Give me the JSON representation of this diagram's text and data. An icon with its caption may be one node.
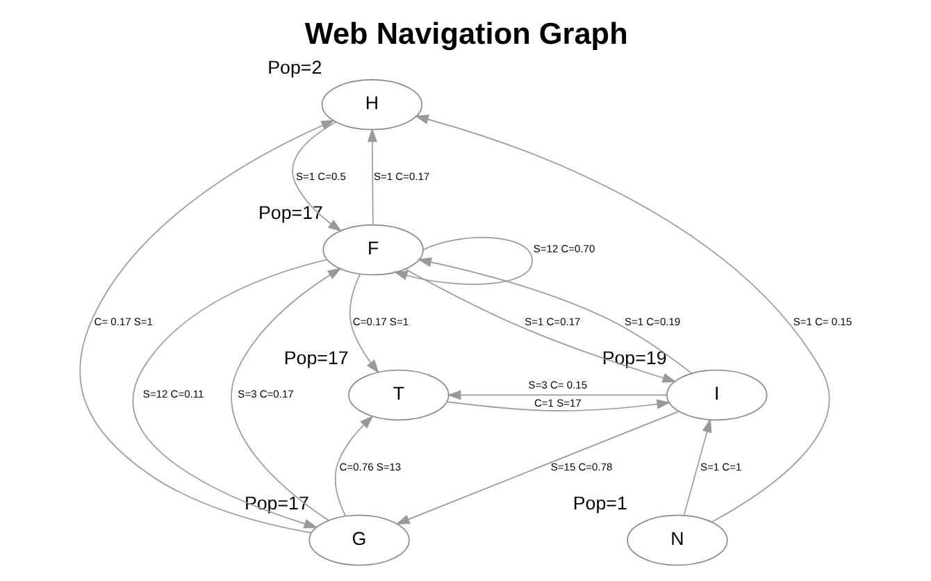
{
  "diagram": {
    "title": "Web Navigation Graph",
    "nodes": [
      {
        "text": [
          "H"
        ],
        "beside": [
          "Pop=2"
        ]
      },
      {
        "text": [
          "G"
        ],
        "beside": [
          "Pop=17"
        ]
      },
      {
        "text": [
          "F"
        ],
        "beside": [
          "Pop=17"
        ]
      },
      {
        "text": [
          "N"
        ],
        "beside": [
          "Pop=1"
        ]
      },
      {
        "text": [
          "T"
        ],
        "beside": [
          "Pop=17"
        ]
      },
      {
        "text": [
          "I"
        ],
        "beside": [
          "Pop=19"
        ]
      }
    ],
    "edges": [
      {
        "from": 1,
        "to": 0,
        "arrow": "to",
        "label": "C= 0.17 S=1"
      },
      {
        "from": 1,
        "to": 2,
        "arrow": "to",
        "label": "S=3 C=0.17"
      },
      {
        "from": 2,
        "to": 0,
        "arrow": "to",
        "label": "S=1 C=0.17"
      },
      {
        "from": 0,
        "to": 2,
        "arrow": "to",
        "label": "S=1 C=0.5"
      },
      {
        "from": 3,
        "to": 0,
        "arrow": "to",
        "label": "S=1 C= 0.15"
      },
      {
        "from": 2,
        "to": 2,
        "arrow": "to",
        "label": "S=12 C=0.70"
      },
      {
        "from": 2,
        "to": 1,
        "arrow": "to",
        "label": "S=12 C=0.11"
      },
      {
        "from": 1,
        "to": 4,
        "arrow": "to",
        "label": "C=0.76 S=13"
      },
      {
        "from": 2,
        "to": 4,
        "arrow": "to",
        "label": "C=0.17 S=1"
      },
      {
        "from": 2,
        "to": 5,
        "arrow": "to",
        "label": "S=1 C=0.17"
      },
      {
        "from": 5,
        "to": 1,
        "arrow": "to",
        "label": "S=15 C=0.78"
      },
      {
        "from": 5,
        "to": 2,
        "arrow": "to",
        "label": "S=1 C=0.19"
      },
      {
        "from": 3,
        "to": 5,
        "arrow": "to",
        "label": "S=1 C=1"
      },
      {
        "from": 4,
        "to": 5,
        "arrow": "to",
        "label": "C=1 S=17"
      },
      {
        "from": 5,
        "to": 4,
        "arrow": "to",
        "label": "S=3 C= 0.15"
      }
    ]
  }
}
